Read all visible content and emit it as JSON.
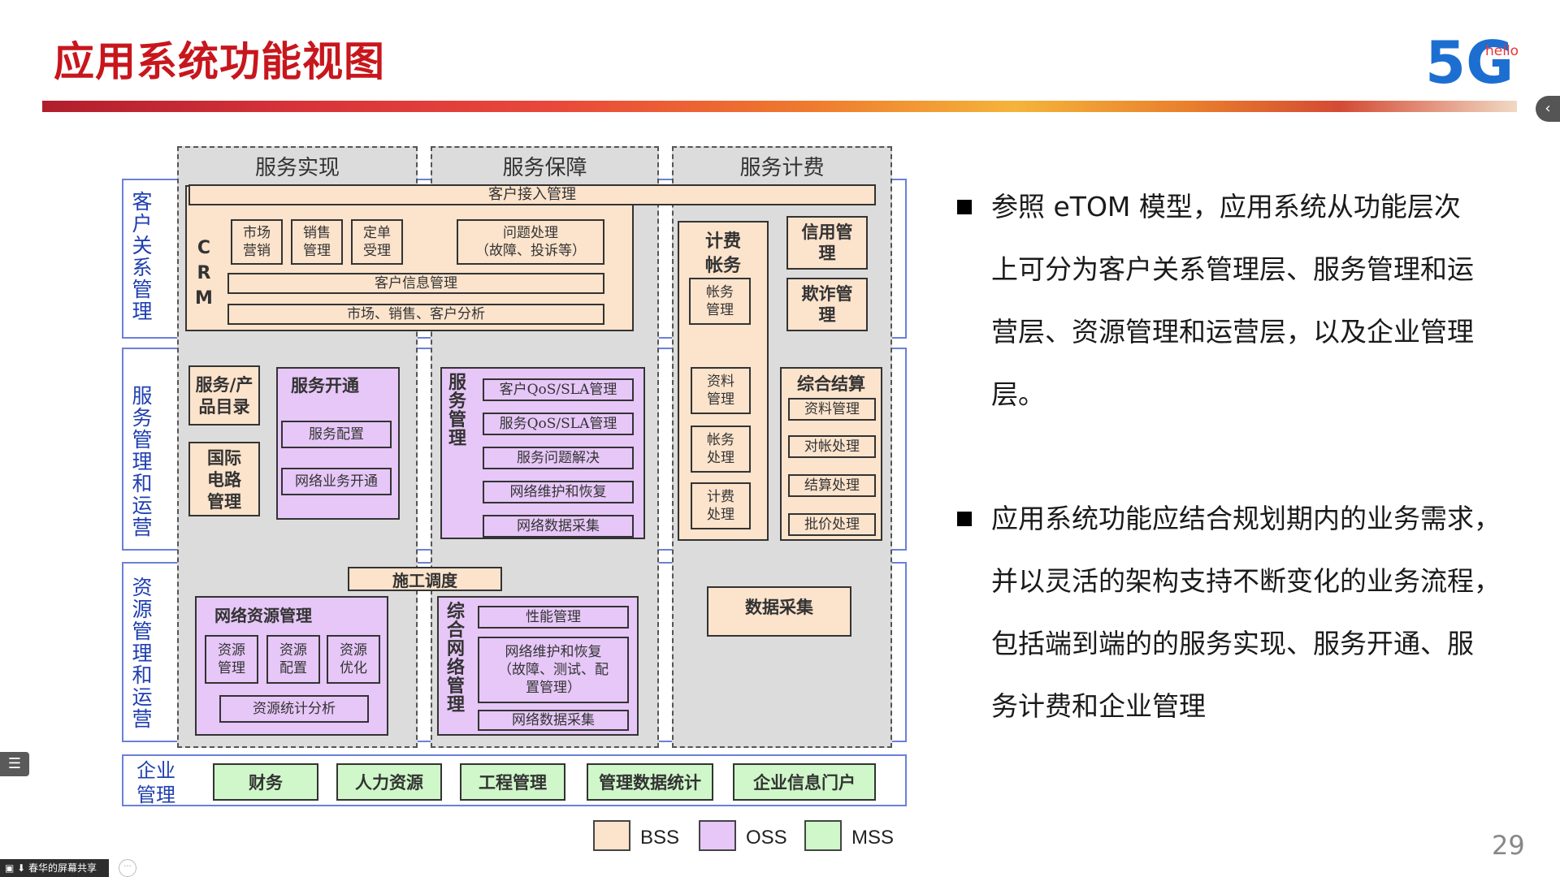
{
  "slide": {
    "title": "应用系统功能视图",
    "logo_text": "5G",
    "logo_sub": "hello",
    "page_number": "29",
    "screen_share_label": "春华的屏幕共享"
  },
  "diagram": {
    "layers": [
      "客户关系管理",
      "服务管理和运营",
      "资源管理和运营",
      "企业管理"
    ],
    "columns": [
      "服务实现",
      "服务保障",
      "服务计费"
    ],
    "customer_access": "客户接入管理",
    "crm": {
      "label": "CRM",
      "items": [
        "市场营销",
        "销售管理",
        "定单受理",
        "问题处理（故障、投诉等）"
      ],
      "market_line1": "市场",
      "market_line2": "营销",
      "sales_line1": "销售",
      "sales_line2": "管理",
      "order_line1": "定单",
      "order_line2": "受理",
      "issue_line1": "问题处理",
      "issue_line2": "（故障、投诉等）",
      "customer_info": "客户信息管理",
      "analysis": "市场、销售、客户分析"
    },
    "billing": {
      "title": "计费帐务",
      "title_l1": "计费",
      "title_l2": "帐务",
      "account_mgmt": "帐务管理",
      "account_mgmt_l1": "帐务",
      "account_mgmt_l2": "管理",
      "data_mgmt_l1": "资料",
      "data_mgmt_l2": "管理",
      "account_proc_l1": "帐务",
      "account_proc_l2": "处理",
      "charge_proc_l1": "计费",
      "charge_proc_l2": "处理"
    },
    "credit_l1": "信用管",
    "credit_l2": "理",
    "fraud_l1": "欺诈管",
    "fraud_l2": "理",
    "svc_catalog_l1": "服务/产",
    "svc_catalog_l2": "品目录",
    "intl_circuit_l1": "国际",
    "intl_circuit_l2": "电路",
    "intl_circuit_l3": "管理",
    "provisioning": {
      "title": "服务开通",
      "config": "服务配置",
      "network_provision": "网络业务开通"
    },
    "service_mgmt": {
      "label": [
        "服",
        "务",
        "管",
        "理"
      ],
      "items": [
        "客户QoS/SLA管理",
        "服务QoS/SLA管理",
        "服务问题解决",
        "网络维护和恢复",
        "网络数据采集"
      ]
    },
    "settlement": {
      "title": "综合结算",
      "items": [
        "资料管理",
        "对帐处理",
        "结算处理",
        "批价处理"
      ]
    },
    "construction": "施工调度",
    "network_resource": {
      "title": "网络资源管理",
      "res_mgmt_l1": "资源",
      "res_mgmt_l2": "管理",
      "res_cfg_l1": "资源",
      "res_cfg_l2": "配置",
      "res_opt_l1": "资源",
      "res_opt_l2": "优化",
      "stats": "资源统计分析"
    },
    "integrated_network": {
      "label": [
        "综",
        "合",
        "网",
        "络",
        "管",
        "理"
      ],
      "performance": "性能管理",
      "maint_l1": "网络维护和恢复",
      "maint_l2": "（故障、测试、配",
      "maint_l3": "置管理）",
      "data_collect": "网络数据采集"
    },
    "data_collection": "数据采集",
    "enterprise": [
      "财务",
      "人力资源",
      "工程管理",
      "管理数据统计",
      "企业信息门户"
    ],
    "legend": [
      "BSS",
      "OSS",
      "MSS"
    ],
    "colors": {
      "bss": "#fbe3cc",
      "oss": "#e6c7f7",
      "mss": "#cff7c9",
      "layer_border": "#6b80d8",
      "title_red": "#c8161d"
    }
  },
  "bullets": [
    {
      "lines": [
        "参照 eTOM 模型，应用系统从功能层次",
        "上可分为客户关系管理层、服务管理和运",
        "营层、资源管理和运营层，以及企业管理",
        "层。"
      ]
    },
    {
      "lines": [
        "应用系统功能应结合规划期内的业务需求，",
        "并以灵活的架构支持不断变化的业务流程，",
        "包括端到端的的服务实现、服务开通、服",
        "务计费和企业管理"
      ]
    }
  ]
}
